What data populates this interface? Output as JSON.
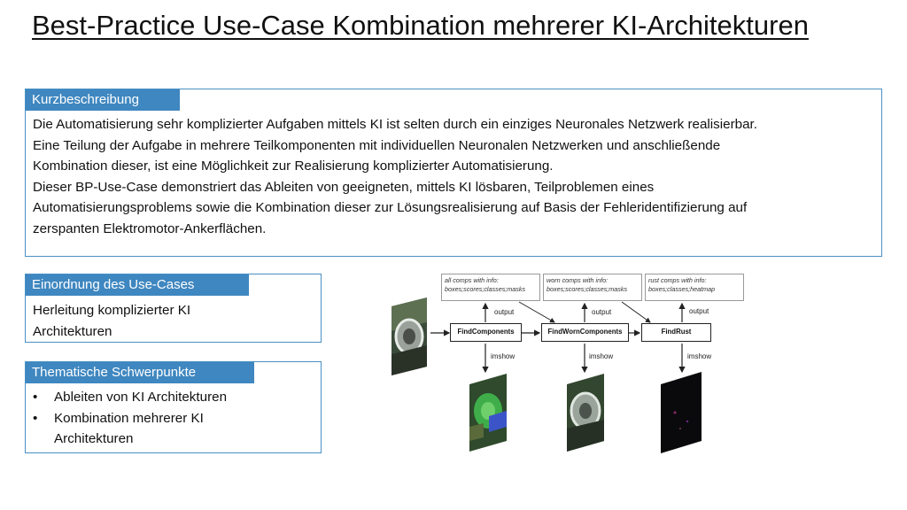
{
  "title": "Best-Practice Use-Case Kombination mehrerer KI-Architekturen",
  "kurzbeschreibung": {
    "header": "Kurzbeschreibung",
    "lines": [
      "Die Automatisierung sehr komplizierter Aufgaben mittels KI ist selten durch ein einziges Neuronales Netzwerk realisierbar.",
      "Eine Teilung der Aufgabe in mehrere Teilkomponenten mit individuellen Neuronalen Netzwerken und anschließende",
      "Kombination dieser, ist eine Möglichkeit zur Realisierung komplizierter Automatisierung.",
      "Dieser BP-Use-Case demonstriert das Ableiten von geeigneten, mittels KI lösbaren, Teilproblemen eines",
      "Automatisierungsproblems sowie die Kombination dieser zur Lösungsrealisierung auf Basis der Fehleridentifizierung auf",
      "zerspanten Elektromotor-Ankerflächen."
    ]
  },
  "einordnung": {
    "header": "Einordnung des Use-Cases",
    "lines": [
      "Herleitung komplizierter KI",
      "Architekturen"
    ]
  },
  "schwerpunkte": {
    "header": "Thematische Schwerpunkte",
    "items": [
      {
        "line1": "Ableiten von KI Architekturen",
        "line2": ""
      },
      {
        "line1": "Kombination mehrerer KI",
        "line2": "Architekturen"
      }
    ]
  },
  "diagram": {
    "info_boxes": [
      {
        "line1": "all comps with info:",
        "line2": "boxes;scores;classes;masks"
      },
      {
        "line1": "worn comps with info:",
        "line2": "boxes;scores;classes;masks"
      },
      {
        "line1": "rust comps with info:",
        "line2": "boxes;classes;heatmap"
      }
    ],
    "nodes": [
      "FindComponents",
      "FindWornComponents",
      "FindRust"
    ],
    "output_label": "output",
    "imshow_label": "imshow",
    "colors": {
      "accent": "#3f87c0",
      "border": "#4a90c4"
    }
  }
}
